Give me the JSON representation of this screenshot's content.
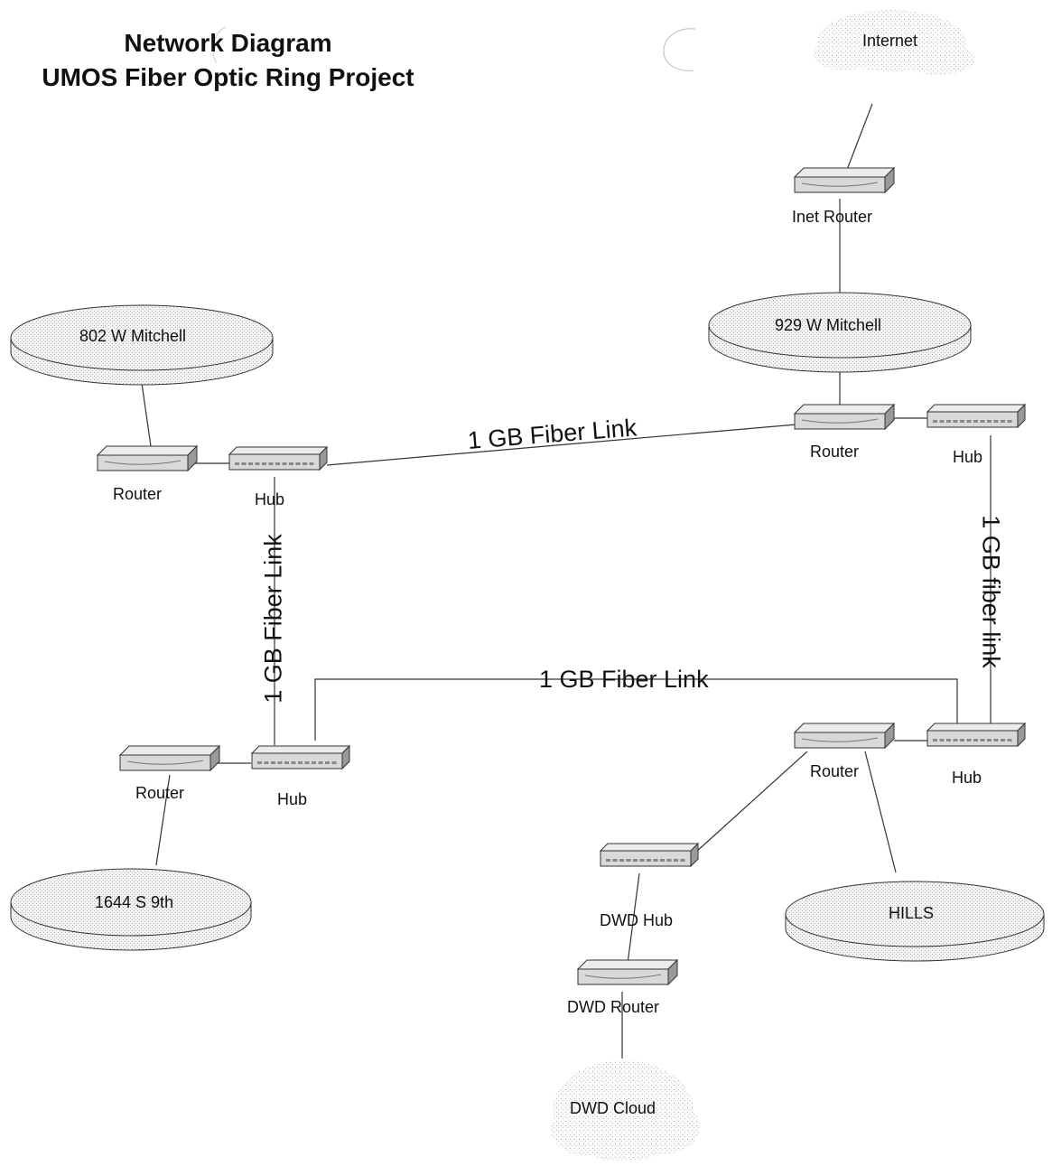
{
  "title": {
    "line1": "Network Diagram",
    "line2": "UMOS Fiber Optic Ring Project"
  },
  "clouds": {
    "internet": "Internet",
    "dwd": "DWD Cloud"
  },
  "sites": {
    "w802": "802 W Mitchell",
    "w929": "929 W Mitchell",
    "s1644": "1644 S 9th",
    "hills": "HILLS"
  },
  "devices": {
    "inet_router": "Inet Router",
    "router_802": "Router",
    "hub_802": "Hub",
    "router_929": "Router",
    "hub_929": "Hub",
    "router_1644": "Router",
    "hub_1644": "Hub",
    "router_hills": "Router",
    "hub_hills": "Hub",
    "dwd_hub": "DWD Hub",
    "dwd_router": "DWD Router"
  },
  "links": {
    "top": "1 GB Fiber Link",
    "left": "1 GB Fiber Link",
    "bottom": "1 GB Fiber Link",
    "right": "1 GB fiber link"
  },
  "colors": {
    "device_face": "#d9d9d9",
    "device_top": "#ececec",
    "stipple": "#bdbdbd",
    "line": "#333333"
  }
}
